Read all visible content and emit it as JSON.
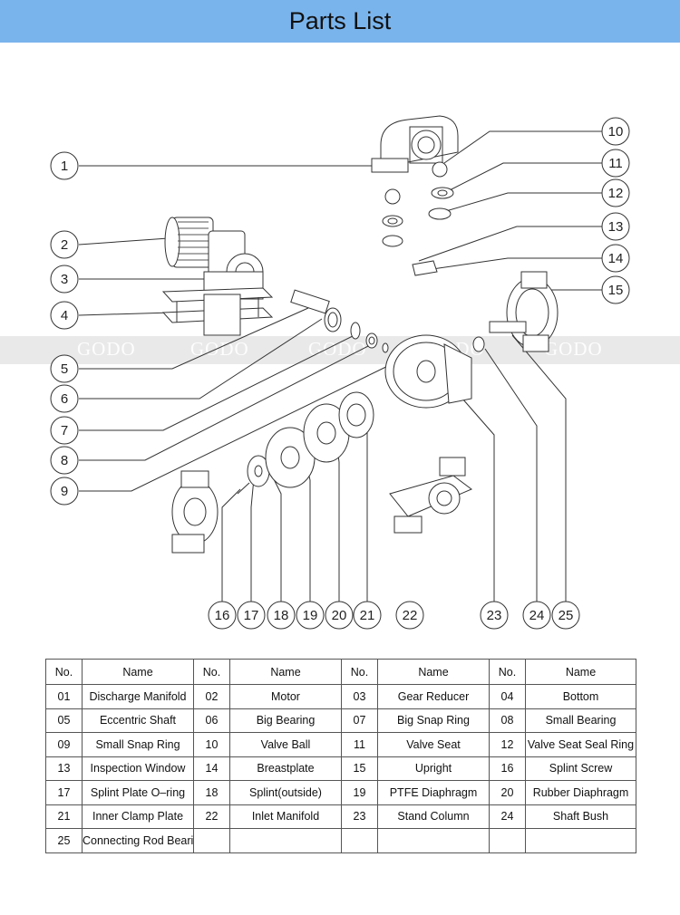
{
  "header": {
    "title": "Parts List"
  },
  "watermark": "GODO",
  "callouts": [
    "1",
    "2",
    "3",
    "4",
    "5",
    "6",
    "7",
    "8",
    "9",
    "10",
    "11",
    "12",
    "13",
    "14",
    "15",
    "16",
    "17",
    "18",
    "19",
    "20",
    "21",
    "22",
    "23",
    "24",
    "25"
  ],
  "table": {
    "headers": [
      "No.",
      "Name",
      "No.",
      "Name",
      "No.",
      "Name",
      "No.",
      "Name"
    ],
    "rows": [
      [
        "01",
        "Discharge Manifold",
        "02",
        "Motor",
        "03",
        "Gear Reducer",
        "04",
        "Bottom"
      ],
      [
        "05",
        "Eccentric Shaft",
        "06",
        "Big Bearing",
        "07",
        "Big Snap Ring",
        "08",
        "Small Bearing"
      ],
      [
        "09",
        "Small Snap Ring",
        "10",
        "Valve Ball",
        "11",
        "Valve Seat",
        "12",
        "Valve Seat Seal Ring"
      ],
      [
        "13",
        "Inspection Window",
        "14",
        "Breastplate",
        "15",
        "Upright",
        "16",
        "Splint Screw"
      ],
      [
        "17",
        "Splint Plate O–ring",
        "18",
        "Splint(outside)",
        "19",
        "PTFE Diaphragm",
        "20",
        "Rubber Diaphragm"
      ],
      [
        "21",
        "Inner Clamp Plate",
        "22",
        "Inlet Manifold",
        "23",
        "Stand Column",
        "24",
        "Shaft Bush"
      ],
      [
        "25",
        "Connecting Rod Bearing",
        "",
        "",
        "",
        "",
        "",
        ""
      ]
    ]
  }
}
